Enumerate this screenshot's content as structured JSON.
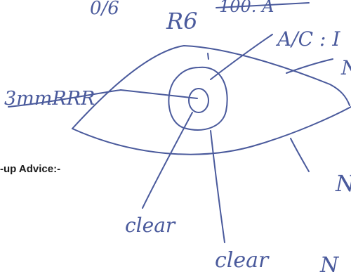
{
  "printed": {
    "section_label": "-up Advice:-"
  },
  "handwriting": {
    "top_fragment": "0/6",
    "eye_label": "R6",
    "struck_text": "100. A",
    "ac_label": "A/C : I",
    "right_top_fragment": "N",
    "left_label": "3mmRRR",
    "right_mid_fragment": "N",
    "clear_1": "clear",
    "clear_2": "clear",
    "bottom_right_fragment": "N"
  },
  "colors": {
    "ink": "#4a5a9c",
    "printed_text": "#1a1a1a",
    "paper": "#ffffff"
  }
}
